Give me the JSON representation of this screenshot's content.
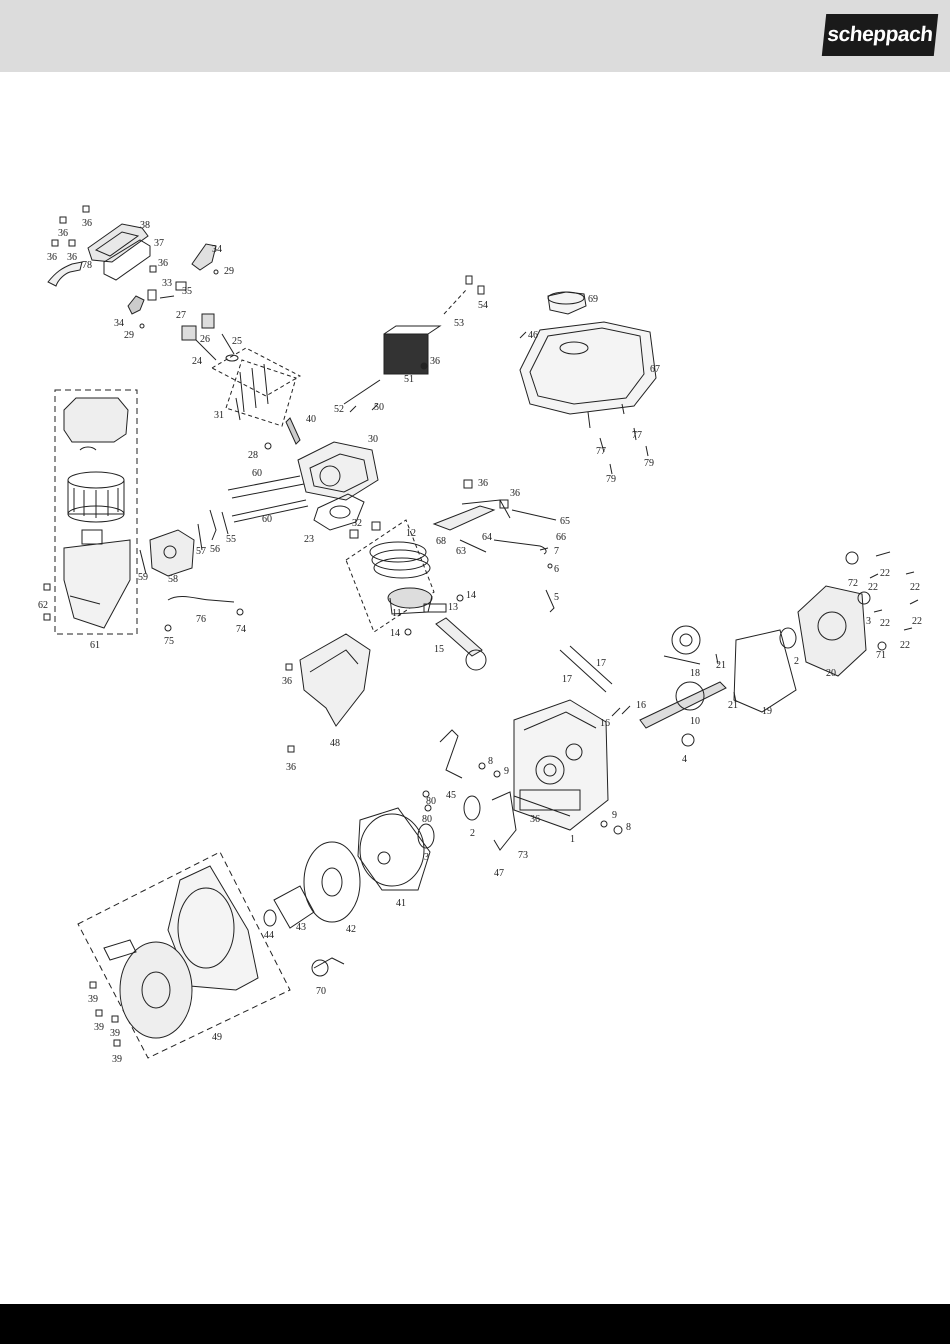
{
  "header": {
    "brand": "scheppach",
    "background": "#dcdcdc"
  },
  "footer": {
    "background": "#000000"
  },
  "diagram": {
    "stroke": "#222222",
    "callouts": [
      {
        "id": "c-36a",
        "t": "36"
      },
      {
        "id": "c-36b",
        "t": "36"
      },
      {
        "id": "c-36c",
        "t": "36"
      },
      {
        "id": "c-36d",
        "t": "36"
      },
      {
        "id": "c-78",
        "t": "78"
      },
      {
        "id": "c-38",
        "t": "38"
      },
      {
        "id": "c-37",
        "t": "37"
      },
      {
        "id": "c-36e",
        "t": "36"
      },
      {
        "id": "c-34a",
        "t": "34"
      },
      {
        "id": "c-29a",
        "t": "29"
      },
      {
        "id": "c-33",
        "t": "33"
      },
      {
        "id": "c-35",
        "t": "35"
      },
      {
        "id": "c-27",
        "t": "27"
      },
      {
        "id": "c-34b",
        "t": "34"
      },
      {
        "id": "c-29b",
        "t": "29"
      },
      {
        "id": "c-26",
        "t": "26"
      },
      {
        "id": "c-25",
        "t": "25"
      },
      {
        "id": "c-24",
        "t": "24"
      },
      {
        "id": "c-54",
        "t": "54"
      },
      {
        "id": "c-53",
        "t": "53"
      },
      {
        "id": "c-69",
        "t": "69"
      },
      {
        "id": "c-46",
        "t": "46"
      },
      {
        "id": "c-67",
        "t": "67"
      },
      {
        "id": "c-36f",
        "t": "36"
      },
      {
        "id": "c-51",
        "t": "51"
      },
      {
        "id": "c-31",
        "t": "31"
      },
      {
        "id": "c-52",
        "t": "52"
      },
      {
        "id": "c-50",
        "t": "50"
      },
      {
        "id": "c-40",
        "t": "40"
      },
      {
        "id": "c-30",
        "t": "30"
      },
      {
        "id": "c-28",
        "t": "28"
      },
      {
        "id": "c-77a",
        "t": "77"
      },
      {
        "id": "c-77b",
        "t": "77"
      },
      {
        "id": "c-79a",
        "t": "79"
      },
      {
        "id": "c-79b",
        "t": "79"
      },
      {
        "id": "c-60a",
        "t": "60"
      },
      {
        "id": "c-60b",
        "t": "60"
      },
      {
        "id": "c-36g",
        "t": "36"
      },
      {
        "id": "c-36h",
        "t": "36"
      },
      {
        "id": "c-65",
        "t": "65"
      },
      {
        "id": "c-68",
        "t": "68"
      },
      {
        "id": "c-64",
        "t": "64"
      },
      {
        "id": "c-66",
        "t": "66"
      },
      {
        "id": "c-23",
        "t": "23"
      },
      {
        "id": "c-32",
        "t": "32"
      },
      {
        "id": "c-12",
        "t": "12"
      },
      {
        "id": "c-63",
        "t": "63"
      },
      {
        "id": "c-7",
        "t": "7"
      },
      {
        "id": "c-6",
        "t": "6"
      },
      {
        "id": "c-57",
        "t": "57"
      },
      {
        "id": "c-56",
        "t": "56"
      },
      {
        "id": "c-55",
        "t": "55"
      },
      {
        "id": "c-59",
        "t": "59"
      },
      {
        "id": "c-58",
        "t": "58"
      },
      {
        "id": "c-72",
        "t": "72"
      },
      {
        "id": "c-22a",
        "t": "22"
      },
      {
        "id": "c-22b",
        "t": "22"
      },
      {
        "id": "c-22c",
        "t": "22"
      },
      {
        "id": "c-22d",
        "t": "22"
      },
      {
        "id": "c-22e",
        "t": "22"
      },
      {
        "id": "c-22f",
        "t": "22"
      },
      {
        "id": "c-5",
        "t": "5"
      },
      {
        "id": "c-62",
        "t": "62"
      },
      {
        "id": "c-14a",
        "t": "14"
      },
      {
        "id": "c-13",
        "t": "13"
      },
      {
        "id": "c-11",
        "t": "11"
      },
      {
        "id": "c-14b",
        "t": "14"
      },
      {
        "id": "c-76",
        "t": "76"
      },
      {
        "id": "c-74",
        "t": "74"
      },
      {
        "id": "c-75",
        "t": "75"
      },
      {
        "id": "c-3a",
        "t": "3"
      },
      {
        "id": "c-71",
        "t": "71"
      },
      {
        "id": "c-61",
        "t": "61"
      },
      {
        "id": "c-15",
        "t": "15"
      },
      {
        "id": "c-36i",
        "t": "36"
      },
      {
        "id": "c-18",
        "t": "18"
      },
      {
        "id": "c-21a",
        "t": "21"
      },
      {
        "id": "c-2a",
        "t": "2"
      },
      {
        "id": "c-20",
        "t": "20"
      },
      {
        "id": "c-17a",
        "t": "17"
      },
      {
        "id": "c-17b",
        "t": "17"
      },
      {
        "id": "c-21b",
        "t": "21"
      },
      {
        "id": "c-19",
        "t": "19"
      },
      {
        "id": "c-16a",
        "t": "16"
      },
      {
        "id": "c-16b",
        "t": "16"
      },
      {
        "id": "c-10",
        "t": "10"
      },
      {
        "id": "c-48",
        "t": "48"
      },
      {
        "id": "c-8a",
        "t": "8"
      },
      {
        "id": "c-9a",
        "t": "9"
      },
      {
        "id": "c-4",
        "t": "4"
      },
      {
        "id": "c-36j",
        "t": "36"
      },
      {
        "id": "c-45",
        "t": "45"
      },
      {
        "id": "c-80a",
        "t": "80"
      },
      {
        "id": "c-80b",
        "t": "80"
      },
      {
        "id": "c-36k",
        "t": "36"
      },
      {
        "id": "c-2b",
        "t": "2"
      },
      {
        "id": "c-9b",
        "t": "9"
      },
      {
        "id": "c-8b",
        "t": "8"
      },
      {
        "id": "c-1",
        "t": "1"
      },
      {
        "id": "c-3b",
        "t": "3"
      },
      {
        "id": "c-73",
        "t": "73"
      },
      {
        "id": "c-47",
        "t": "47"
      },
      {
        "id": "c-41",
        "t": "41"
      },
      {
        "id": "c-42",
        "t": "42"
      },
      {
        "id": "c-43",
        "t": "43"
      },
      {
        "id": "c-44",
        "t": "44"
      },
      {
        "id": "c-70",
        "t": "70"
      },
      {
        "id": "c-39a",
        "t": "39"
      },
      {
        "id": "c-39b",
        "t": "39"
      },
      {
        "id": "c-39c",
        "t": "39"
      },
      {
        "id": "c-39d",
        "t": "39"
      },
      {
        "id": "c-49",
        "t": "49"
      }
    ]
  }
}
